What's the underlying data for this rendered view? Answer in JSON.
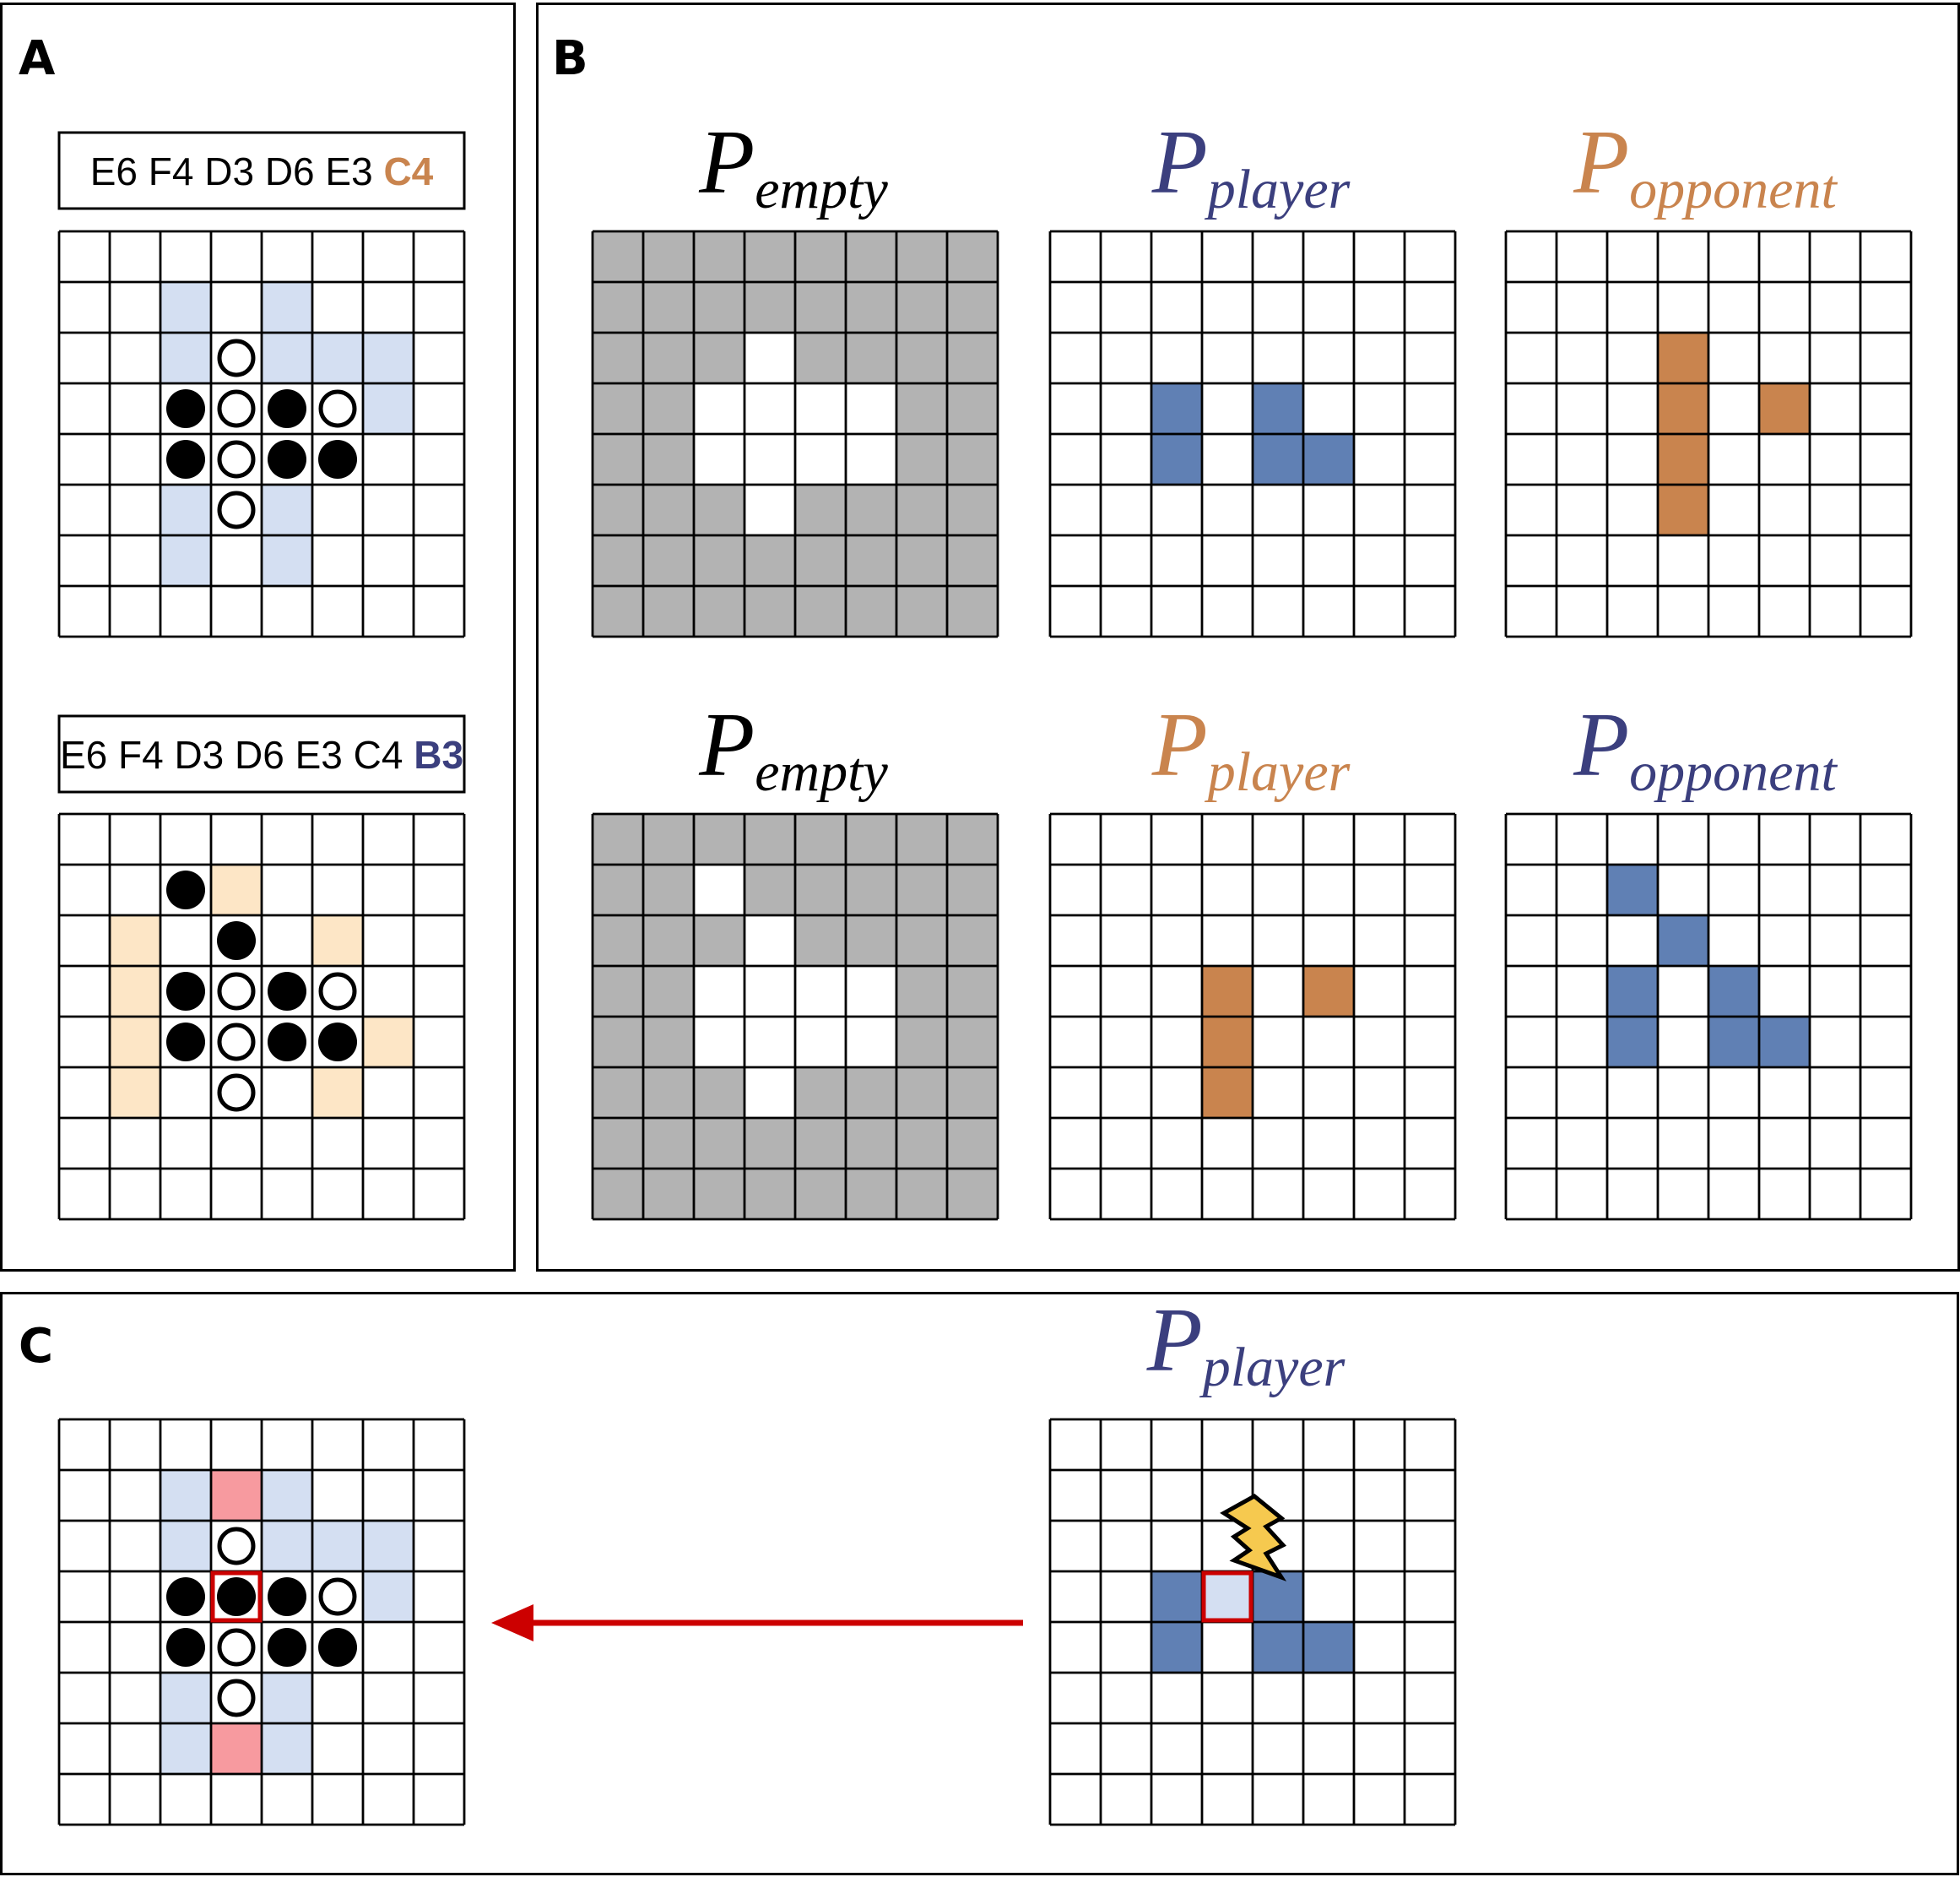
{
  "colors": {
    "blue": "#6080b4",
    "orange": "#c9844e",
    "gray": "#b3b3b3",
    "light_blue": "#d4dff2",
    "light_orange": "#fde6c6",
    "pink": "#f79a9f",
    "red": "#cc0000",
    "text_blue": "#3b3f7e",
    "text_orange": "#c9844e",
    "bolt": "#f6c94f"
  },
  "panels": {
    "A": {
      "label": "A"
    },
    "B": {
      "label": "B"
    },
    "C": {
      "label": "C"
    }
  },
  "panel_a": {
    "sequence1": {
      "moves": "E6 F4 D3 D6 E3",
      "highlight": "C4",
      "highlight_color": "orange"
    },
    "sequence2": {
      "moves": "E6 F4 D3 D6 E3 C4",
      "highlight": "B3",
      "highlight_color": "blue"
    },
    "board1": {
      "black": [
        [
          3,
          2
        ],
        [
          3,
          4
        ],
        [
          4,
          2
        ],
        [
          4,
          4
        ],
        [
          4,
          5
        ]
      ],
      "white": [
        [
          2,
          3
        ],
        [
          3,
          3
        ],
        [
          3,
          5
        ],
        [
          4,
          3
        ],
        [
          5,
          3
        ]
      ],
      "legal": [
        [
          1,
          2
        ],
        [
          1,
          4
        ],
        [
          2,
          2
        ],
        [
          2,
          4
        ],
        [
          2,
          5
        ],
        [
          2,
          6
        ],
        [
          3,
          6
        ],
        [
          5,
          2
        ],
        [
          5,
          4
        ],
        [
          6,
          2
        ],
        [
          6,
          4
        ]
      ],
      "legal_color": "light_blue"
    },
    "board2": {
      "black": [
        [
          1,
          2
        ],
        [
          2,
          3
        ],
        [
          3,
          2
        ],
        [
          3,
          4
        ],
        [
          4,
          2
        ],
        [
          4,
          4
        ],
        [
          4,
          5
        ]
      ],
      "white": [
        [
          3,
          3
        ],
        [
          3,
          5
        ],
        [
          4,
          3
        ],
        [
          5,
          3
        ]
      ],
      "legal": [
        [
          1,
          3
        ],
        [
          2,
          1
        ],
        [
          2,
          5
        ],
        [
          3,
          1
        ],
        [
          4,
          1
        ],
        [
          4,
          6
        ],
        [
          5,
          1
        ],
        [
          5,
          5
        ]
      ],
      "legal_color": "light_orange"
    }
  },
  "panel_b": {
    "row1": [
      {
        "main": "P",
        "sub": "empty",
        "color": "black"
      },
      {
        "main": "P",
        "sub": "player",
        "color": "text_blue"
      },
      {
        "main": "P",
        "sub": "opponent",
        "color": "text_orange"
      }
    ],
    "row2": [
      {
        "main": "P",
        "sub": "empty",
        "color": "black"
      },
      {
        "main": "P",
        "sub": "player",
        "color": "text_orange"
      },
      {
        "main": "P",
        "sub": "opponent",
        "color": "text_blue"
      }
    ],
    "empty1": {
      "fill": "gray",
      "clear": [
        [
          2,
          3
        ],
        [
          3,
          2
        ],
        [
          3,
          3
        ],
        [
          3,
          4
        ],
        [
          3,
          5
        ],
        [
          4,
          2
        ],
        [
          4,
          3
        ],
        [
          4,
          4
        ],
        [
          4,
          5
        ],
        [
          5,
          3
        ]
      ]
    },
    "player1": {
      "fill": "blue",
      "cells": [
        [
          3,
          2
        ],
        [
          3,
          4
        ],
        [
          4,
          2
        ],
        [
          4,
          4
        ],
        [
          4,
          5
        ]
      ]
    },
    "opponent1": {
      "fill": "orange",
      "cells": [
        [
          2,
          3
        ],
        [
          3,
          3
        ],
        [
          3,
          5
        ],
        [
          4,
          3
        ],
        [
          5,
          3
        ]
      ]
    },
    "empty2": {
      "fill": "gray",
      "clear": [
        [
          1,
          2
        ],
        [
          2,
          3
        ],
        [
          3,
          2
        ],
        [
          3,
          3
        ],
        [
          3,
          4
        ],
        [
          3,
          5
        ],
        [
          4,
          2
        ],
        [
          4,
          3
        ],
        [
          4,
          4
        ],
        [
          4,
          5
        ],
        [
          5,
          3
        ]
      ]
    },
    "player2": {
      "fill": "orange",
      "cells": [
        [
          3,
          3
        ],
        [
          3,
          5
        ],
        [
          4,
          3
        ],
        [
          5,
          3
        ]
      ]
    },
    "opponent2": {
      "fill": "blue",
      "cells": [
        [
          1,
          2
        ],
        [
          2,
          3
        ],
        [
          3,
          2
        ],
        [
          3,
          4
        ],
        [
          4,
          2
        ],
        [
          4,
          4
        ],
        [
          4,
          5
        ]
      ]
    }
  },
  "panel_c": {
    "title": {
      "main": "P",
      "sub": "player",
      "color": "text_blue"
    },
    "board": {
      "black": [
        [
          3,
          2
        ],
        [
          3,
          3
        ],
        [
          3,
          4
        ],
        [
          4,
          2
        ],
        [
          4,
          4
        ],
        [
          4,
          5
        ]
      ],
      "white": [
        [
          2,
          3
        ],
        [
          3,
          5
        ],
        [
          4,
          3
        ],
        [
          5,
          3
        ]
      ],
      "legal": [
        [
          1,
          2
        ],
        [
          1,
          4
        ],
        [
          2,
          2
        ],
        [
          2,
          4
        ],
        [
          2,
          5
        ],
        [
          2,
          6
        ],
        [
          3,
          6
        ],
        [
          5,
          2
        ],
        [
          5,
          4
        ],
        [
          6,
          2
        ],
        [
          6,
          4
        ]
      ],
      "legal_color": "light_blue",
      "pink": [
        [
          1,
          3
        ],
        [
          6,
          3
        ]
      ],
      "highlight": [
        3,
        3
      ]
    },
    "probe": {
      "cells": [
        [
          3,
          2
        ],
        [
          3,
          4
        ],
        [
          4,
          2
        ],
        [
          4,
          4
        ],
        [
          4,
          5
        ]
      ],
      "fill": "blue",
      "intervened": [
        3,
        3
      ],
      "intervened_fill": "light_blue"
    },
    "arrow": {
      "direction": "left"
    },
    "icon": "lightning-bolt-icon"
  }
}
